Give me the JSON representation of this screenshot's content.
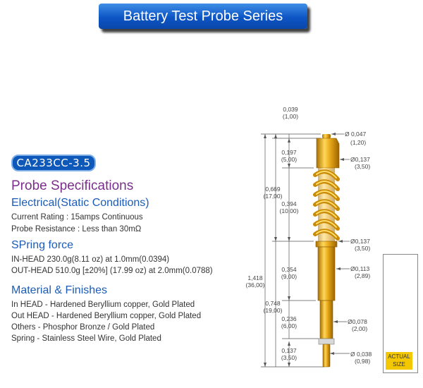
{
  "header": {
    "title": "Battery Test Probe Series"
  },
  "model": "CA233CC-3.5",
  "specs": {
    "title": "Probe Specifications",
    "electrical": {
      "heading": "Electrical(Static Conditions)",
      "lines": [
        "Current Rating : 15amps Continuous",
        "Probe Resistance : Less than 30mΩ"
      ]
    },
    "spring": {
      "heading": "SPring force",
      "lines": [
        "IN-HEAD  230.0g(8.11 oz) at 1.0mm(0.0394)",
        "OUT-HEAD 510.0g [±20%] (17.99 oz) at 2.0mm(0.0788)"
      ]
    },
    "material": {
      "heading": "Material & Finishes",
      "lines": [
        "In HEAD - Hardened Beryllium copper, Gold Plated",
        "Out HEAD - Hardened Beryllium copper, Gold Plated",
        "Others - Phosphor Bronze / Gold Plated",
        "Spring - Stainless Steel Wire, Gold Plated"
      ]
    }
  },
  "dims": {
    "d1_in": "0,039",
    "d1_mm": "(1,00)",
    "d2_in": "0,197",
    "d2_mm": "(5,00)",
    "d3_in": "0,669",
    "d3_mm": "(17,00)",
    "d4_in": "0,394",
    "d4_mm": "(10,00)",
    "d5_in": "0,354",
    "d5_mm": "(9,00)",
    "d6_in": "1,418",
    "d6_mm": "(36,00)",
    "d7_in": "0,748",
    "d7_mm": "(19,00)",
    "d8_in": "0,236",
    "d8_mm": "(6,00)",
    "d9_in": "0,137",
    "d9_mm": "(3,50)",
    "r1_in": "Ø 0,047",
    "r1_mm": "(1,20)",
    "r2_in": "Ø0,137",
    "r2_mm": "(3,50)",
    "r3_in": "Ø0,137",
    "r3_mm": "(3,50)",
    "r4_in": "Ø0,113",
    "r4_mm": "(2,89)",
    "r5_in": "Ø0,078",
    "r5_mm": "(2,00)",
    "r6_in": "Ø 0,038",
    "r6_mm": "(0,98)"
  },
  "actual_size": {
    "line1": "ACTUAL",
    "line2": "SIZE"
  },
  "colors": {
    "banner": "#0d55c5",
    "heading": "#7b2f8c",
    "subheading": "#1c5cb7",
    "probe_gold": "#e0a516"
  }
}
